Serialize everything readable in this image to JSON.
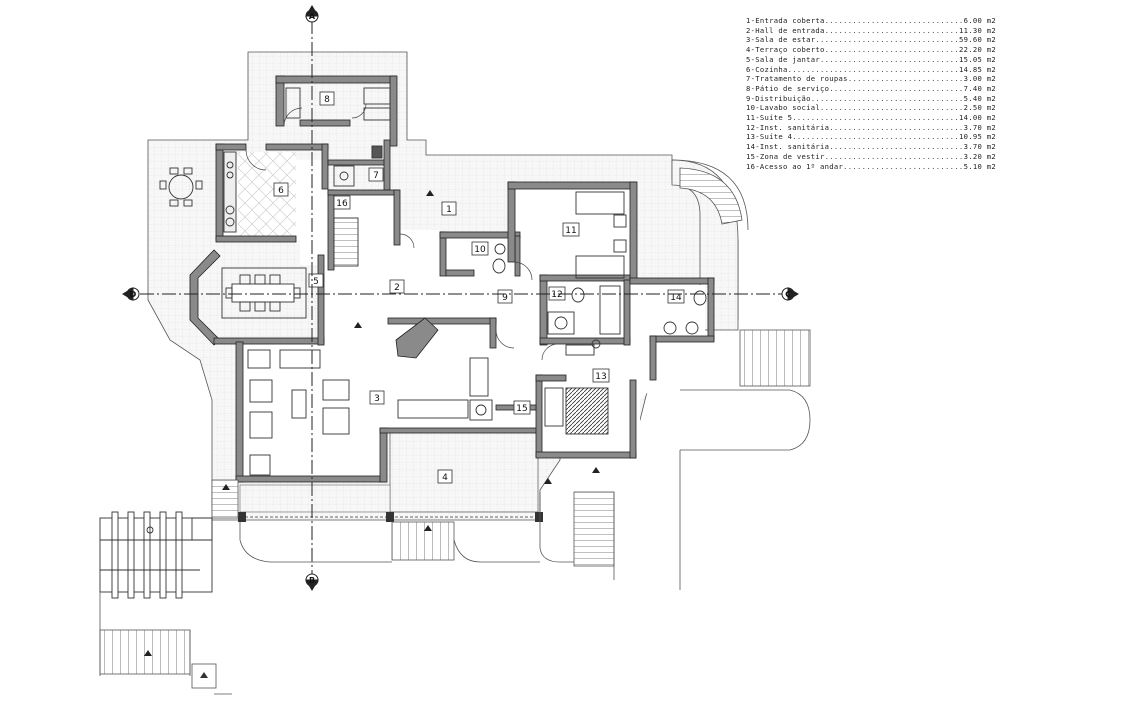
{
  "legend": [
    {
      "label": "1-Entrada coberta",
      "area": "6.00 m2"
    },
    {
      "label": "2-Hall de entrada",
      "area": "11.30 m2"
    },
    {
      "label": "3-Sala de estar",
      "area": "59.60 m2"
    },
    {
      "label": "4-Terraço coberto",
      "area": "22.20 m2"
    },
    {
      "label": "5-Sala de jantar",
      "area": "15.05 m2"
    },
    {
      "label": "6-Cozinha",
      "area": "14.85 m2"
    },
    {
      "label": "7-Tratamento de roupas",
      "area": "3.00 m2"
    },
    {
      "label": "8-Pátio de serviço",
      "area": "7.40 m2"
    },
    {
      "label": "9-Distribuição",
      "area": "5.40 m2"
    },
    {
      "label": "10-Lavabo social",
      "area": "2.50 m2"
    },
    {
      "label": "11-Suíte 5",
      "area": "14.00 m2"
    },
    {
      "label": "12-Inst. sanitária",
      "area": "3.70 m2"
    },
    {
      "label": "13-Suíte 4",
      "area": "10.95 m2"
    },
    {
      "label": "14-Inst. sanitária",
      "area": "3.70 m2"
    },
    {
      "label": "15-Zona de vestir",
      "area": "3.20 m2"
    },
    {
      "label": "16-Acesso ao 1º andar",
      "area": "5.10 m2"
    }
  ],
  "rooms": [
    "1",
    "2",
    "3",
    "4",
    "5",
    "6",
    "7",
    "8",
    "9",
    "10",
    "11",
    "12",
    "13",
    "14",
    "15",
    "16"
  ],
  "sections": [
    "A",
    "B",
    "C",
    "D"
  ],
  "colors": {
    "wall": "#7a7a7a",
    "wall_outline": "#222222",
    "tile_grid": "#c8c8c8",
    "terrace": "#f4f4f4",
    "line": "#333333"
  }
}
